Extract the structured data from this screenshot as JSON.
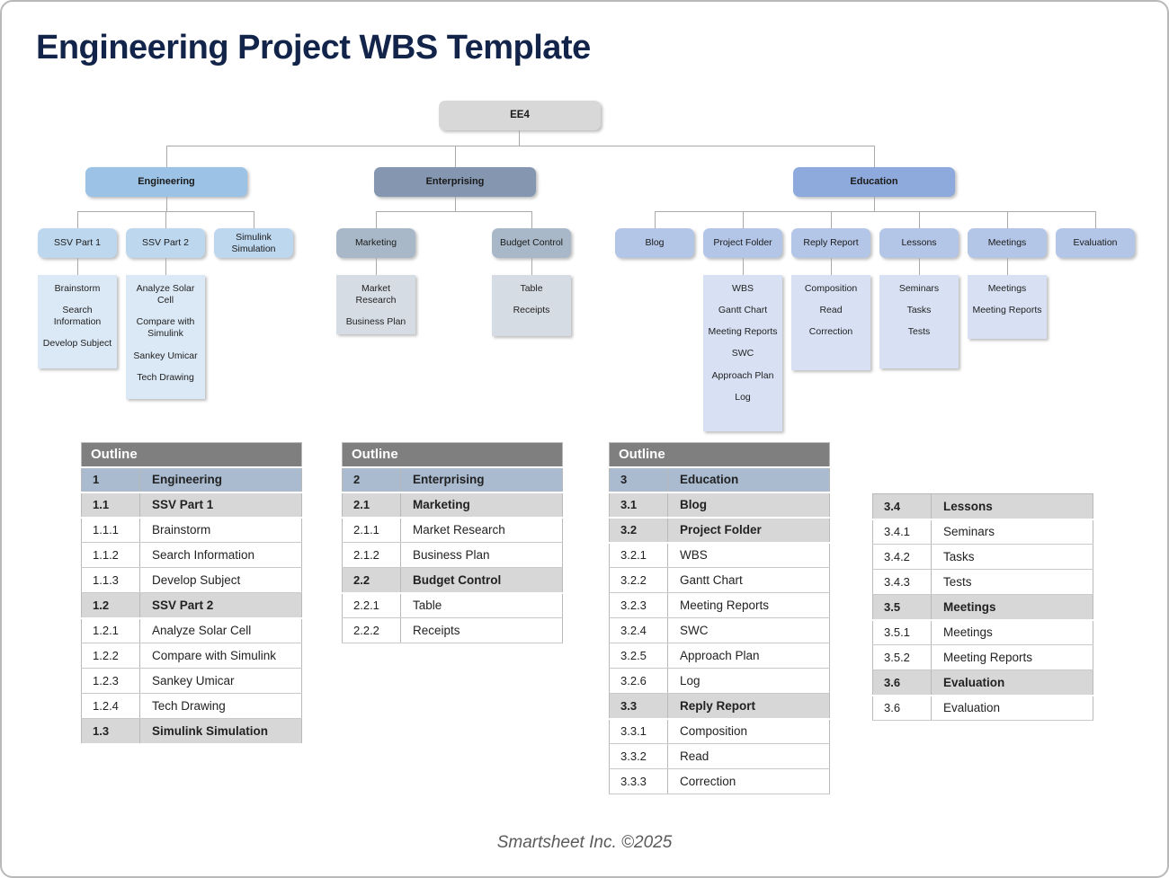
{
  "page": {
    "title": "Engineering Project WBS Template",
    "footer": "Smartsheet Inc. ©2025"
  },
  "colors": {
    "title": "#13244b",
    "root_node": "#d8d8d8",
    "connector": "#a9a9a9",
    "engineering": "#9cc3e5",
    "engineering_child": "#bdd7ee",
    "engineering_leaf": "#dbe8f5",
    "enterprising": "#8496b0",
    "enterprising_child": "#a9b8c8",
    "enterprising_leaf": "#d6dce4",
    "education": "#8ea9db",
    "education_child": "#b3c6e7",
    "education_leaf": "#d7e1f3",
    "outline_header_bg": "#7f7f7f",
    "outline_level1_bg": "#aabbd0",
    "outline_level2_bg": "#d7d7d7"
  },
  "tree": {
    "root": "EE4",
    "branches": [
      {
        "label": "Engineering",
        "children": [
          {
            "label": "SSV Part 1",
            "items": [
              "Brainstorm",
              "Search Information",
              "Develop Subject"
            ]
          },
          {
            "label": "SSV Part 2",
            "items": [
              "Analyze Solar Cell",
              "Compare with Simulink",
              "Sankey Umicar",
              "Tech Drawing"
            ]
          },
          {
            "label": "Simulink Simulation",
            "items": []
          }
        ]
      },
      {
        "label": "Enterprising",
        "children": [
          {
            "label": "Marketing",
            "items": [
              "Market Research",
              "Business Plan"
            ]
          },
          {
            "label": "Budget Control",
            "items": [
              "Table",
              "Receipts"
            ]
          }
        ]
      },
      {
        "label": "Education",
        "children": [
          {
            "label": "Blog",
            "items": []
          },
          {
            "label": "Project Folder",
            "items": [
              "WBS",
              "Gantt Chart",
              "Meeting Reports",
              "SWC",
              "Approach Plan",
              "Log"
            ]
          },
          {
            "label": "Reply Report",
            "items": [
              "Composition",
              "Read",
              "Correction"
            ]
          },
          {
            "label": "Lessons",
            "items": [
              "Seminars",
              "Tasks",
              "Tests"
            ]
          },
          {
            "label": "Meetings",
            "items": [
              "Meetings",
              "Meeting Reports"
            ]
          },
          {
            "label": "Evaluation",
            "items": []
          }
        ]
      }
    ]
  },
  "outlines": [
    {
      "header": "Outline",
      "rows": [
        {
          "num": "1",
          "label": "Engineering"
        },
        {
          "num": "1.1",
          "label": "SSV Part 1"
        },
        {
          "num": "1.1.1",
          "label": "Brainstorm"
        },
        {
          "num": "1.1.2",
          "label": "Search Information"
        },
        {
          "num": "1.1.3",
          "label": "Develop Subject"
        },
        {
          "num": "1.2",
          "label": "SSV Part 2"
        },
        {
          "num": "1.2.1",
          "label": "Analyze Solar Cell"
        },
        {
          "num": "1.2.2",
          "label": "Compare with Simulink"
        },
        {
          "num": "1.2.3",
          "label": "Sankey Umicar"
        },
        {
          "num": "1.2.4",
          "label": "Tech Drawing"
        },
        {
          "num": "1.3",
          "label": "Simulink Simulation"
        }
      ]
    },
    {
      "header": "Outline",
      "rows": [
        {
          "num": "2",
          "label": "Enterprising"
        },
        {
          "num": "2.1",
          "label": "Marketing"
        },
        {
          "num": "2.1.1",
          "label": "Market Research"
        },
        {
          "num": "2.1.2",
          "label": "Business Plan"
        },
        {
          "num": "2.2",
          "label": "Budget Control"
        },
        {
          "num": "2.2.1",
          "label": "Table"
        },
        {
          "num": "2.2.2",
          "label": "Receipts"
        }
      ]
    },
    {
      "header": "Outline",
      "rows": [
        {
          "num": "3",
          "label": "Education"
        },
        {
          "num": "3.1",
          "label": "Blog"
        },
        {
          "num": "3.2",
          "label": "Project Folder"
        },
        {
          "num": "3.2.1",
          "label": "WBS"
        },
        {
          "num": "3.2.2",
          "label": "Gantt Chart"
        },
        {
          "num": "3.2.3",
          "label": "Meeting Reports"
        },
        {
          "num": "3.2.4",
          "label": "SWC"
        },
        {
          "num": "3.2.5",
          "label": "Approach Plan"
        },
        {
          "num": "3.2.6",
          "label": "Log"
        },
        {
          "num": "3.3",
          "label": "Reply Report"
        },
        {
          "num": "3.3.1",
          "label": "Composition"
        },
        {
          "num": "3.3.2",
          "label": "Read"
        },
        {
          "num": "3.3.3",
          "label": "Correction"
        }
      ]
    },
    {
      "header": null,
      "rows": [
        {
          "num": "3.4",
          "label": "Lessons"
        },
        {
          "num": "3.4.1",
          "label": "Seminars"
        },
        {
          "num": "3.4.2",
          "label": "Tasks"
        },
        {
          "num": "3.4.3",
          "label": "Tests"
        },
        {
          "num": "3.5",
          "label": "Meetings"
        },
        {
          "num": "3.5.1",
          "label": "Meetings"
        },
        {
          "num": "3.5.2",
          "label": "Meeting Reports"
        },
        {
          "num": "3.6",
          "label": "Evaluation"
        },
        {
          "num": "3.6",
          "label": "Evaluation"
        }
      ]
    }
  ]
}
